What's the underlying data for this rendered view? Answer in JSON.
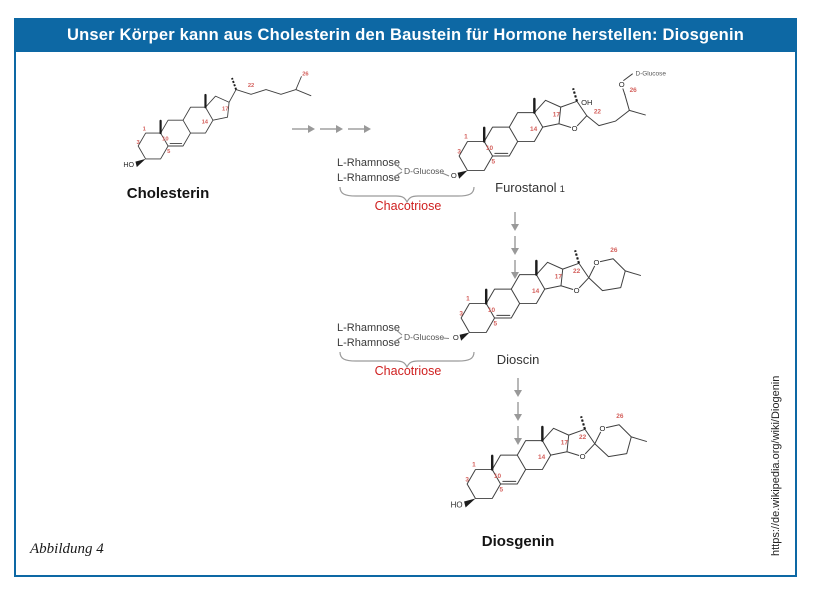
{
  "title_bar": {
    "text": "Unser Körper kann aus Cholesterin den Baustein für Hormone herstellen: Diosgenin"
  },
  "caption": "Abbildung 4",
  "source": "https://de.wikipedia.org/wiki/Diogenin",
  "colors": {
    "frame_blue": "#0d68a4",
    "carbon_number_red": "#d4605c",
    "chacotriose_red": "#cf1f1f",
    "bond_gray": "#3f3f3f",
    "arrow_gray": "#999999"
  },
  "molecules": {
    "cholesterin": {
      "label": "Cholesterin",
      "hydroxyl_label": "HO",
      "carbon_numbers": [
        "1",
        "3",
        "5",
        "10",
        "14",
        "17",
        "22",
        "26"
      ]
    },
    "furostanol": {
      "label": "Furostanol",
      "label_suffix": "1",
      "hydroxyl_label": "OH",
      "glycosidic_oxygen": "O",
      "ring_oxygen": "O",
      "chain_oxygen": "O",
      "chain_sugar": "D-Glucose",
      "carbon_numbers": [
        "1",
        "3",
        "5",
        "10",
        "14",
        "17",
        "22",
        "26"
      ]
    },
    "dioscin": {
      "label": "Dioscin",
      "glycosidic_oxygen": "O",
      "ring_oxygen_e": "O",
      "ring_oxygen_f": "O",
      "carbon_numbers": [
        "1",
        "3",
        "5",
        "10",
        "14",
        "17",
        "22",
        "26"
      ]
    },
    "diosgenin": {
      "label": "Diosgenin",
      "hydroxyl_label": "HO",
      "ring_oxygen_e": "O",
      "ring_oxygen_f": "O",
      "carbon_numbers": [
        "1",
        "3",
        "5",
        "10",
        "14",
        "17",
        "22",
        "26"
      ]
    }
  },
  "glycoside_blocks": [
    {
      "rhamnose_top": "L-Rhamnose",
      "rhamnose_bottom": "L-Rhamnose",
      "glucose": "D-Glucose",
      "brace_label": "Chacotriose"
    },
    {
      "rhamnose_top": "L-Rhamnose",
      "rhamnose_bottom": "L-Rhamnose",
      "glucose": "D-Glucose",
      "brace_label": "Chacotriose"
    }
  ]
}
